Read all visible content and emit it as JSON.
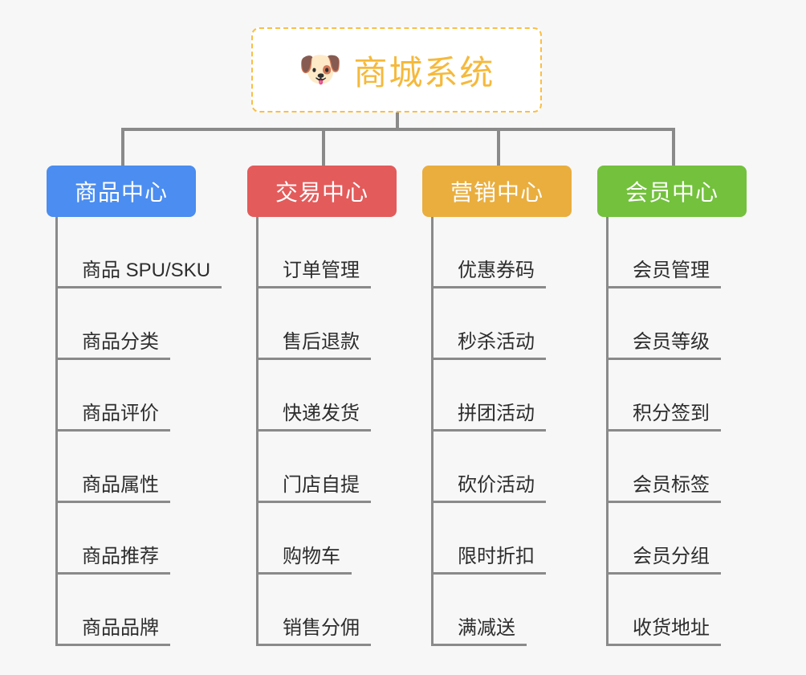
{
  "page": {
    "background_color": "#f7f7f7",
    "line_color": "#8a8a8a"
  },
  "root": {
    "title": "商城系统",
    "icon": "shiba-dog-face-icon",
    "emoji": "🐶",
    "border_color": "#fbbe44",
    "text_color": "#f5b93c",
    "background_color": "#ffffff"
  },
  "branches": [
    {
      "label": "商品中心",
      "color": "#4b8df0",
      "items": [
        "商品 SPU/SKU",
        "商品分类",
        "商品评价",
        "商品属性",
        "商品推荐",
        "商品品牌"
      ]
    },
    {
      "label": "交易中心",
      "color": "#e35b5b",
      "items": [
        "订单管理",
        "售后退款",
        "快递发货",
        "门店自提",
        "购物车",
        "销售分佣"
      ]
    },
    {
      "label": "营销中心",
      "color": "#e9ae3e",
      "items": [
        "优惠券码",
        "秒杀活动",
        "拼团活动",
        "砍价活动",
        "限时折扣",
        "满减送"
      ]
    },
    {
      "label": "会员中心",
      "color": "#73c13d",
      "items": [
        "会员管理",
        "会员等级",
        "积分签到",
        "会员标签",
        "会员分组",
        "收货地址"
      ]
    }
  ]
}
